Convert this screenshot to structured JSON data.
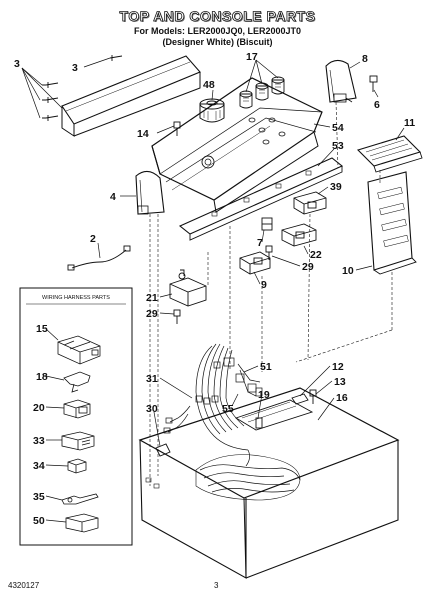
{
  "header": {
    "title": "TOP AND CONSOLE PARTS",
    "model_line": "For Models: LER2000JQ0, LER2000JT0",
    "color_line": "(Designer White)     (Biscuit)"
  },
  "footer": {
    "part_number": "4320127",
    "page": "3"
  },
  "harness_box": {
    "title": "WIRING HARNESS PARTS",
    "items": [
      "15",
      "18",
      "20",
      "33",
      "34",
      "35",
      "50"
    ]
  },
  "callouts": {
    "c3a": "3",
    "c3b": "3",
    "c8": "8",
    "c17": "17",
    "c48": "48",
    "c6": "6",
    "c14": "14",
    "c54": "54",
    "c11": "11",
    "c53": "53",
    "c4": "4",
    "c39": "39",
    "c2": "2",
    "c7": "7",
    "c22": "22",
    "c29a": "29",
    "c10": "10",
    "c9": "9",
    "c21": "21",
    "c29b": "29",
    "c51": "51",
    "c12": "12",
    "c31": "31",
    "c13": "13",
    "c19": "19",
    "c55": "55",
    "c16": "16",
    "c30": "30"
  }
}
